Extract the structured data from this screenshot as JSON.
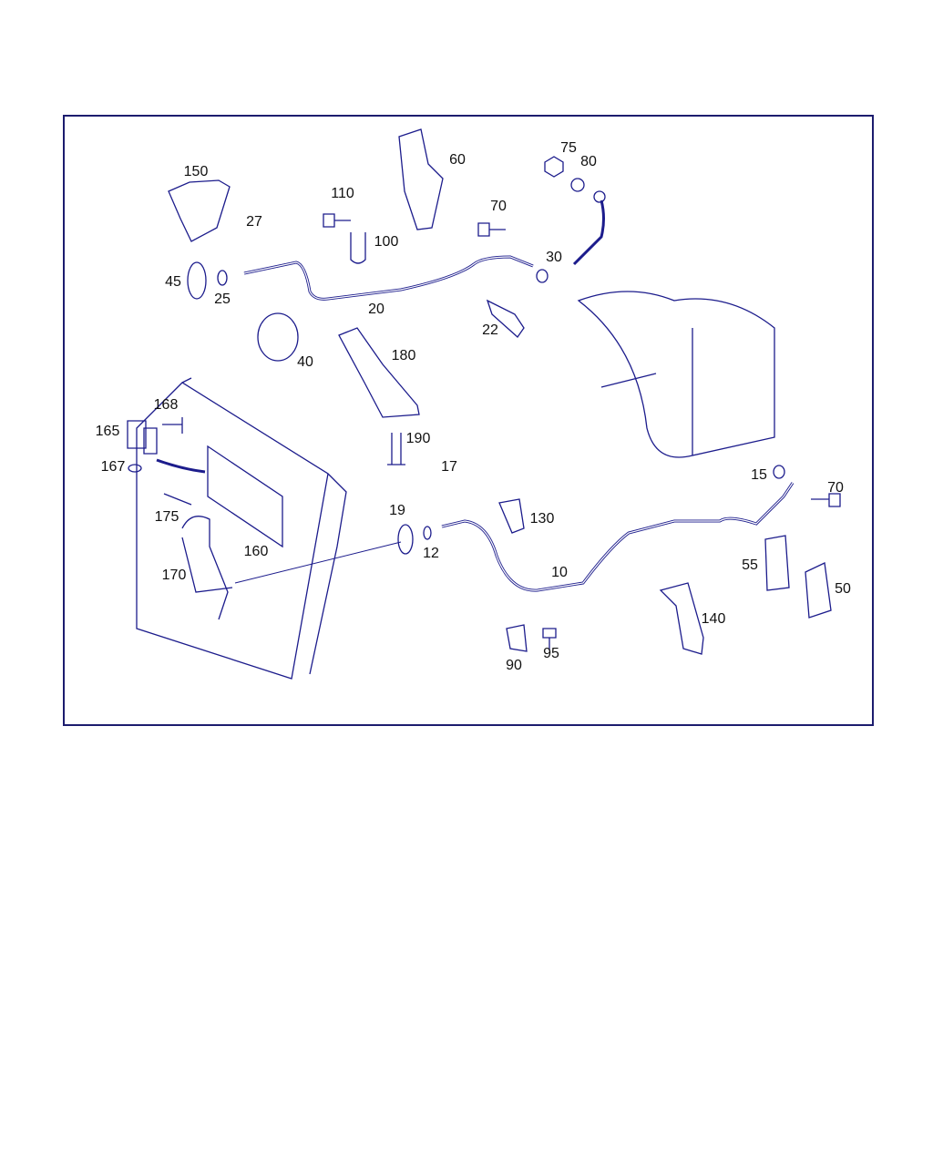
{
  "diagram": {
    "line_color": "#1c1c8c",
    "frame_color": "#1c1c6e",
    "part_labels": [
      "150",
      "60",
      "75",
      "80",
      "110",
      "70",
      "27",
      "100",
      "30",
      "45",
      "25",
      "20",
      "22",
      "40",
      "180",
      "168",
      "165",
      "190",
      "167",
      "17",
      "15",
      "70",
      "19",
      "175",
      "130",
      "160",
      "12",
      "10",
      "55",
      "170",
      "50",
      "140",
      "90",
      "95"
    ]
  }
}
